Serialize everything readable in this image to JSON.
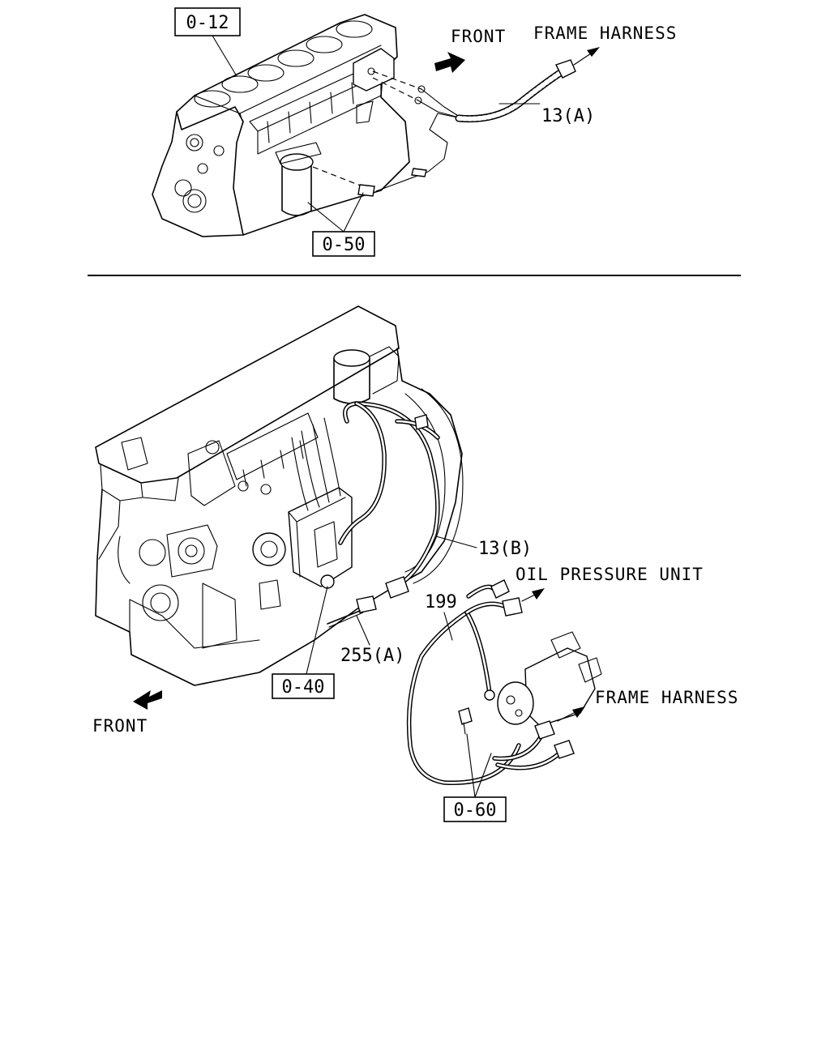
{
  "top_diagram": {
    "callouts": {
      "ref_0_12": "0-12",
      "ref_0_50": "0-50",
      "part_13a": "13(A)"
    },
    "labels": {
      "front": "FRONT",
      "frame_harness": "FRAME HARNESS"
    }
  },
  "bottom_diagram": {
    "callouts": {
      "part_13b": "13(B)",
      "part_199": "199",
      "part_255a": "255(A)",
      "ref_0_40": "0-40",
      "ref_0_60": "0-60"
    },
    "labels": {
      "oil_pressure_unit": "OIL PRESSURE UNIT",
      "frame_harness": "FRAME HARNESS",
      "front": "FRONT"
    }
  }
}
